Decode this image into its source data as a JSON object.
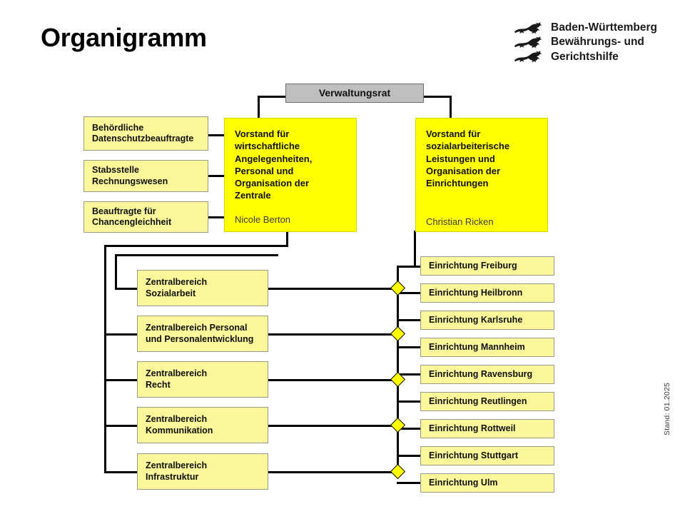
{
  "header": {
    "title": "Organigramm",
    "logo": {
      "icon": "three-lions-crest-icon",
      "line1": "Baden-Württemberg",
      "line2": "Bewährungs- und",
      "line3": "Gerichtshilfe"
    }
  },
  "chart": {
    "council": {
      "label": "Verwaltungsrat"
    },
    "staff_units": [
      {
        "label": "Behördliche\nDatenschutzbeauftragte"
      },
      {
        "label": "Stabsstelle\nRechnungswesen"
      },
      {
        "label": "Beauftragte für\nChancengleichheit"
      }
    ],
    "boards": [
      {
        "title": "Vorstand für wirtschaftliche Angelegenheiten, Personal und Organisation der Zentrale",
        "person": "Nicole Berton"
      },
      {
        "title": "Vorstand für sozialarbeiterische Leistungen und Organisation der Einrichtungen",
        "person": "Christian Ricken"
      }
    ],
    "central_areas": [
      {
        "label": "Zentralbereich\nSozialarbeit"
      },
      {
        "label": "Zentralbereich Personal\nund Personalentwicklung"
      },
      {
        "label": "Zentralbereich\nRecht"
      },
      {
        "label": "Zentralbereich\nKommunikation"
      },
      {
        "label": "Zentralbereich\nInfrastruktur"
      }
    ],
    "facilities": [
      {
        "label": "Einrichtung Freiburg"
      },
      {
        "label": "Einrichtung Heilbronn"
      },
      {
        "label": "Einrichtung Karlsruhe"
      },
      {
        "label": "Einrichtung Mannheim"
      },
      {
        "label": "Einrichtung Ravensburg"
      },
      {
        "label": "Einrichtung Reutlingen"
      },
      {
        "label": "Einrichtung Rottweil"
      },
      {
        "label": "Einrichtung Stuttgart"
      },
      {
        "label": "Einrichtung Ulm"
      }
    ]
  },
  "footer": {
    "date_stamp": "Stand: 01.2025"
  },
  "colors": {
    "node_bright": "#FFFF00",
    "node_pale": "#FAF79B",
    "node_gray": "#BFBFBF",
    "connector": "#000000"
  }
}
